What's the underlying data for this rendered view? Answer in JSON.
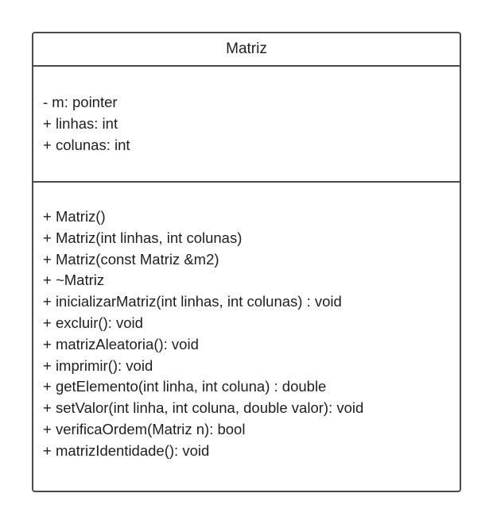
{
  "class": {
    "name": "Matriz",
    "attributes": [
      "- m: pointer",
      "+ linhas: int",
      "+ colunas: int"
    ],
    "methods": [
      "+ Matriz()",
      "+ Matriz(int linhas, int colunas)",
      "+ Matriz(const Matriz &m2)",
      "+ ~Matriz",
      "+ inicializarMatriz(int linhas, int colunas) : void",
      "+ excluir(): void",
      "+ matrizAleatoria(): void",
      "+ imprimir(): void",
      "+ getElemento(int linha, int coluna) : double",
      "+ setValor(int linha, int coluna, double valor): void",
      "+ verificaOrdem(Matriz n): bool",
      "+ matrizIdentidade(): void"
    ]
  }
}
